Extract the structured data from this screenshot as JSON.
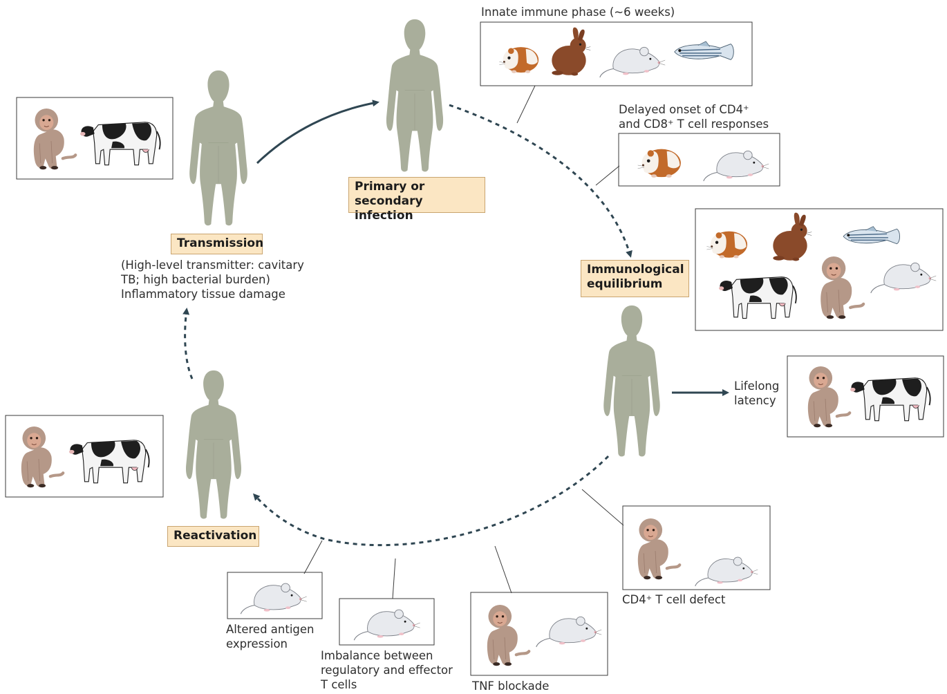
{
  "stages": {
    "primary": "Primary or secondary infection",
    "primary_line1": "Primary or",
    "primary_line2": "secondary infection",
    "equilibrium_line1": "Immunological",
    "equilibrium_line2": "equilibrium",
    "transmission": "Transmission",
    "reactivation": "Reactivation"
  },
  "annotations": {
    "innate_phase": "Innate immune phase (~6 weeks)",
    "delayed_line1": "Delayed onset of CD4",
    "delayed_line2a": "and CD8",
    "delayed_line2b": " T cell responses",
    "sup_plus": "+",
    "transmission_detail_1": "(High-level transmitter: cavitary",
    "transmission_detail_2": "TB; high bacterial burden)",
    "transmission_detail_3": "Inflammatory tissue damage",
    "latency_line1": "Lifelong",
    "latency_line2": "latency",
    "cd4_defect_a": "CD4",
    "cd4_defect_b": " T cell defect",
    "altered_1": "Altered antigen",
    "altered_2": "expression",
    "imbalance_1": "Imbalance between",
    "imbalance_2": "regulatory and effector",
    "imbalance_3": "T cells",
    "tnf": "TNF blockade"
  },
  "colors": {
    "human": "#a9ae9b",
    "arrow": "#2f4652",
    "stage_fill": "#fbe6c3",
    "macaque": "#b59888",
    "guinea_pig": "#c26a2a",
    "rabbit": "#8a4a2a",
    "mouse": "#e8eaee",
    "zebrafish": "#7da6c4",
    "cow": "#1e1e1e"
  },
  "panels": {
    "top_right": [
      "guinea-pig",
      "rabbit",
      "mouse",
      "zebrafish"
    ],
    "delayed": [
      "guinea-pig",
      "mouse"
    ],
    "equilibrium": [
      "guinea-pig",
      "rabbit",
      "zebrafish",
      "cow",
      "macaque",
      "mouse"
    ],
    "latency": [
      "macaque",
      "cow"
    ],
    "transmission": [
      "macaque",
      "cow"
    ],
    "reactivation": [
      "macaque",
      "cow"
    ],
    "cd4_defect": [
      "macaque",
      "mouse"
    ],
    "tnf": [
      "macaque",
      "mouse"
    ],
    "imbalance": [
      "mouse"
    ],
    "altered": [
      "mouse"
    ]
  }
}
